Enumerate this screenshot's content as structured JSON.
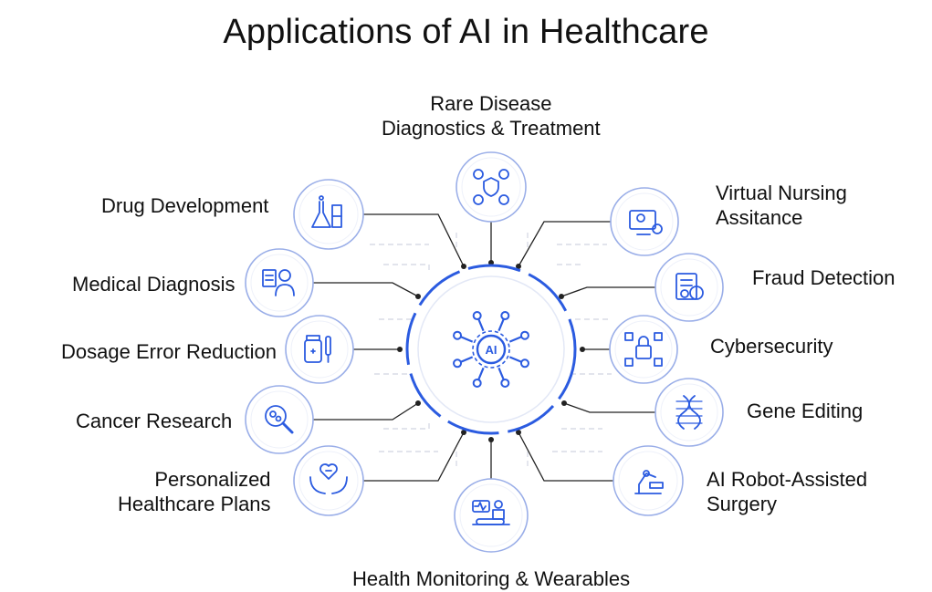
{
  "title": "Applications of AI in Healthcare",
  "center": {
    "label": "AI",
    "icon": "ai-chip-icon"
  },
  "colors": {
    "accent": "#2b5be0",
    "ring": "#2b5be0",
    "node_border": "#9aaee8",
    "line": "#222222",
    "trace": "#d8dce6"
  },
  "nodes": [
    {
      "id": "rare-disease",
      "lines": [
        "Rare Disease",
        "Diagnostics & Treatment"
      ],
      "icon": "shield-people-icon"
    },
    {
      "id": "virtual-nursing",
      "lines": [
        "Virtual Nursing",
        "Assitance"
      ],
      "icon": "telehealth-icon"
    },
    {
      "id": "fraud-detection",
      "lines": [
        "Fraud Detection"
      ],
      "icon": "document-search-icon"
    },
    {
      "id": "cybersecurity",
      "lines": [
        "Cybersecurity"
      ],
      "icon": "lock-network-icon"
    },
    {
      "id": "gene-editing",
      "lines": [
        "Gene Editing"
      ],
      "icon": "dna-icon"
    },
    {
      "id": "robot-surgery",
      "lines": [
        "AI Robot-Assisted",
        "Surgery"
      ],
      "icon": "robot-arm-icon"
    },
    {
      "id": "health-monitoring",
      "lines": [
        "Health Monitoring & Wearables"
      ],
      "icon": "patient-monitor-icon"
    },
    {
      "id": "personalized-plans",
      "lines": [
        "Personalized",
        "Healthcare Plans"
      ],
      "icon": "hands-heart-icon"
    },
    {
      "id": "cancer-research",
      "lines": [
        "Cancer Research"
      ],
      "icon": "magnifier-cells-icon"
    },
    {
      "id": "dosage-error",
      "lines": [
        "Dosage Error Reduction"
      ],
      "icon": "medicine-bottle-icon"
    },
    {
      "id": "medical-diagnosis",
      "lines": [
        "Medical Diagnosis"
      ],
      "icon": "doctor-chart-icon"
    },
    {
      "id": "drug-development",
      "lines": [
        "Drug Development"
      ],
      "icon": "flask-icon"
    }
  ]
}
